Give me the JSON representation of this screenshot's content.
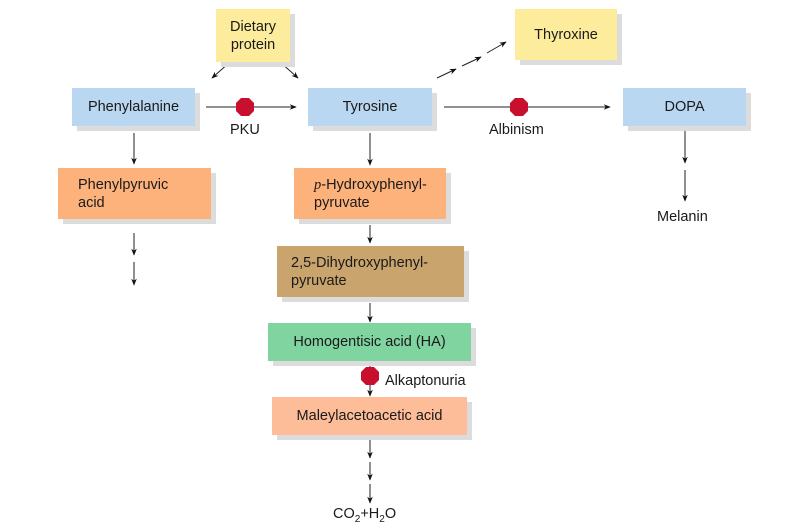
{
  "diagram": {
    "nodes": {
      "dietary_protein": {
        "line1": "Dietary",
        "line2": "protein",
        "color": "#fdec9b"
      },
      "thyroxine": {
        "label": "Thyroxine",
        "color": "#fdec9b"
      },
      "phenylalanine": {
        "label": "Phenylalanine",
        "color": "#b9d7f1"
      },
      "tyrosine": {
        "label": "Tyrosine",
        "color": "#b9d7f1"
      },
      "dopa": {
        "label": "DOPA",
        "color": "#b9d7f1"
      },
      "phenylpyruvic_acid": {
        "line1": "Phenylpyruvic",
        "line2": "acid",
        "color": "#fdb27c"
      },
      "p_hydroxyphenylpyruvate": {
        "prefix": "p",
        "line1_rest": "-Hydroxyphenyl-",
        "line2": "pyruvate",
        "color": "#fdb27c"
      },
      "dihydroxyphenylpyruvate": {
        "line1": "2,5-Dihydroxyphenyl-",
        "line2": "pyruvate",
        "color": "#c9a46c"
      },
      "homogentisic_acid": {
        "label": "Homogentisic acid (HA)",
        "color": "#7fd4a0"
      },
      "maleylacetoacetic_acid": {
        "label": "Maleylacetoacetic acid",
        "color": "#fdbd98"
      },
      "melanin": {
        "label": "Melanin"
      },
      "co2_h2o": {
        "co": "CO",
        "sub1": "2",
        "plus_h": "+H",
        "sub2": "2",
        "o": "O"
      }
    },
    "blocks": {
      "pku": {
        "label": "PKU",
        "color": "#c8102e"
      },
      "albinism": {
        "label": "Albinism",
        "color": "#c8102e"
      },
      "alkaptonuria": {
        "label": "Alkaptonuria",
        "color": "#c8102e"
      }
    }
  }
}
